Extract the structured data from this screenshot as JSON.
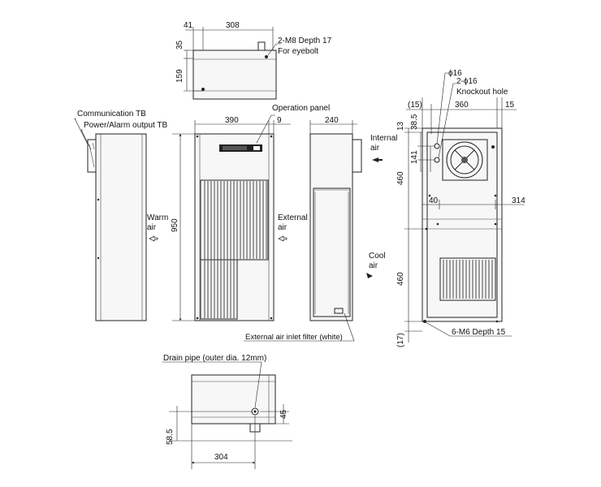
{
  "top_view": {
    "dim_41": "41",
    "dim_308": "308",
    "dim_35": "35",
    "dim_159": "159",
    "eyebolt_line1": "2-M8 Depth 17",
    "eyebolt_line2": "For eyebolt"
  },
  "side_view_left": {
    "comm_tb": "Communication TB",
    "power_tb": "Power/Alarm output TB",
    "warm_air_1": "Warm",
    "warm_air_2": "air"
  },
  "front_view": {
    "operation_panel": "Operation panel",
    "dim_390": "390",
    "dim_9": "9",
    "dim_950": "950",
    "external_air_1": "External",
    "external_air_2": "air"
  },
  "side_view_right": {
    "dim_240": "240",
    "internal_air_1": "Internal",
    "internal_air_2": "air",
    "cool_air_1": "Cool",
    "cool_air_2": "air",
    "filter_label": "External air inlet filter (white)"
  },
  "rear_view": {
    "phi16": "ϕ16",
    "knockout_1": "2-ϕ16",
    "knockout_2": "Knockout hole",
    "dim_15_paren": "(15)",
    "dim_360": "360",
    "dim_15": "15",
    "dim_13": "13",
    "dim_38_5": "38.5",
    "dim_141": "141",
    "dim_460_top": "460",
    "dim_40": "40",
    "dim_314": "314",
    "dim_460_bottom": "460",
    "dim_17_paren": "(17)",
    "mount_holes": "6-M6 Depth 15"
  },
  "bottom_view": {
    "drain_pipe": "Drain pipe (outer dia. 12mm)",
    "dim_45": "45",
    "dim_58_5": "58.5",
    "dim_304": "304"
  }
}
